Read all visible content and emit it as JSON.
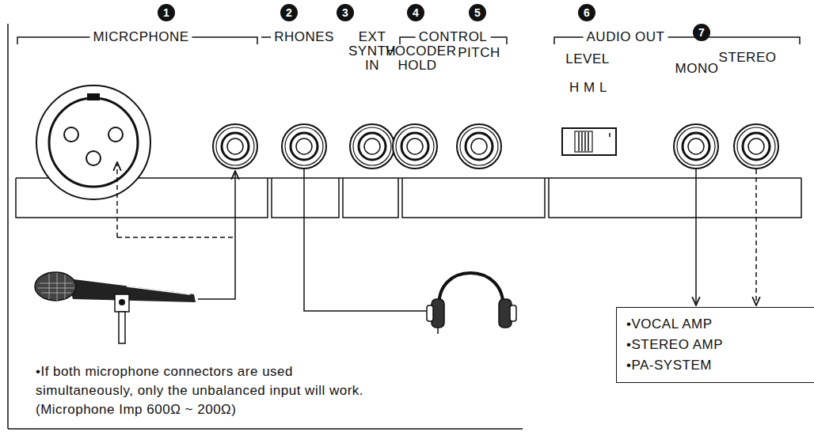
{
  "diagram": {
    "nodes": [
      {
        "text": [
          "•VOCAL AMP",
          "•STEREO AMP",
          "•PA-SYSTEM"
        ]
      }
    ],
    "labels": [
      "1",
      "MICRCPHONE",
      "2",
      "RHONES",
      "3",
      "EXT SYNTH IN",
      "4",
      "5",
      "CONTROL",
      "VOCODER HOLD",
      "PITCH",
      "6",
      "7",
      "AUDIO OUT",
      "LEVEL",
      "H M L",
      "STEREO",
      "MONO",
      "•If both microphone connectors are used simultaneously, only the unbalanced input will work. (Microphone Imp 600Ω ~ 200Ω)"
    ]
  }
}
